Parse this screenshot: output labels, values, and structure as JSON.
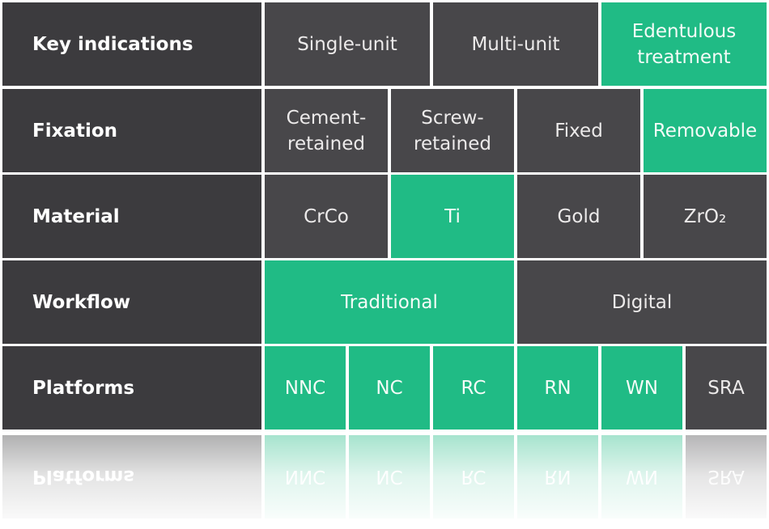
{
  "rows": [
    {
      "label": "Key indications",
      "options": [
        {
          "text": "Single-unit",
          "highlight": false
        },
        {
          "text": "Multi-unit",
          "highlight": false
        },
        {
          "text": "Edentulous\ntreatment",
          "highlight": true
        }
      ]
    },
    {
      "label": "Fixation",
      "options": [
        {
          "text": "Cement-\nretained",
          "highlight": false
        },
        {
          "text": "Screw-\nretained",
          "highlight": false
        },
        {
          "text": "Fixed",
          "highlight": false
        },
        {
          "text": "Removable",
          "highlight": true
        }
      ]
    },
    {
      "label": "Material",
      "options": [
        {
          "text": "CrCo",
          "highlight": false
        },
        {
          "text": "Ti",
          "highlight": true
        },
        {
          "text": "Gold",
          "highlight": false
        },
        {
          "text": "ZrO₂",
          "highlight": false
        }
      ]
    },
    {
      "label": "Workflow",
      "options": [
        {
          "text": "Traditional",
          "highlight": true
        },
        {
          "text": "Digital",
          "highlight": false
        }
      ]
    },
    {
      "label": "Platforms",
      "options": [
        {
          "text": "NNC",
          "highlight": true
        },
        {
          "text": "NC",
          "highlight": true
        },
        {
          "text": "RC",
          "highlight": true
        },
        {
          "text": "RN",
          "highlight": true
        },
        {
          "text": "WN",
          "highlight": true
        },
        {
          "text": "SRA",
          "highlight": false
        }
      ]
    }
  ],
  "colors": {
    "header": "#3c3b3e",
    "option": "#48474a",
    "highlight": "#20bb85"
  }
}
